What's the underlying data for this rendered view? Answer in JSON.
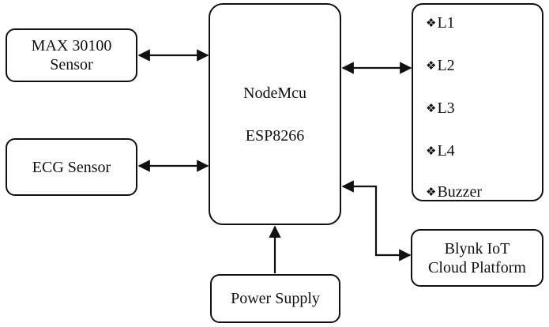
{
  "blocks": {
    "max_sensor": {
      "line1": "MAX 30100",
      "line2": "Sensor"
    },
    "ecg_sensor": {
      "label": "ECG Sensor"
    },
    "nodemcu": {
      "line1": "NodeMcu",
      "line2": "ESP8266"
    },
    "outputs": {
      "bullet": "❖",
      "items": [
        "L1",
        "L2",
        "L3",
        "L4",
        "Buzzer"
      ]
    },
    "blynk": {
      "line1": "Blynk IoT",
      "line2": "Cloud Platform"
    },
    "power_supply": {
      "label": "Power Supply"
    }
  },
  "connections": [
    {
      "from": "max_sensor",
      "to": "nodemcu",
      "direction": "both"
    },
    {
      "from": "ecg_sensor",
      "to": "nodemcu",
      "direction": "both"
    },
    {
      "from": "nodemcu",
      "to": "outputs",
      "direction": "both"
    },
    {
      "from": "blynk",
      "to": "nodemcu",
      "direction": "both"
    },
    {
      "from": "power_supply",
      "to": "nodemcu",
      "direction": "forward"
    }
  ],
  "colors": {
    "stroke": "#111111",
    "background": "#ffffff"
  }
}
